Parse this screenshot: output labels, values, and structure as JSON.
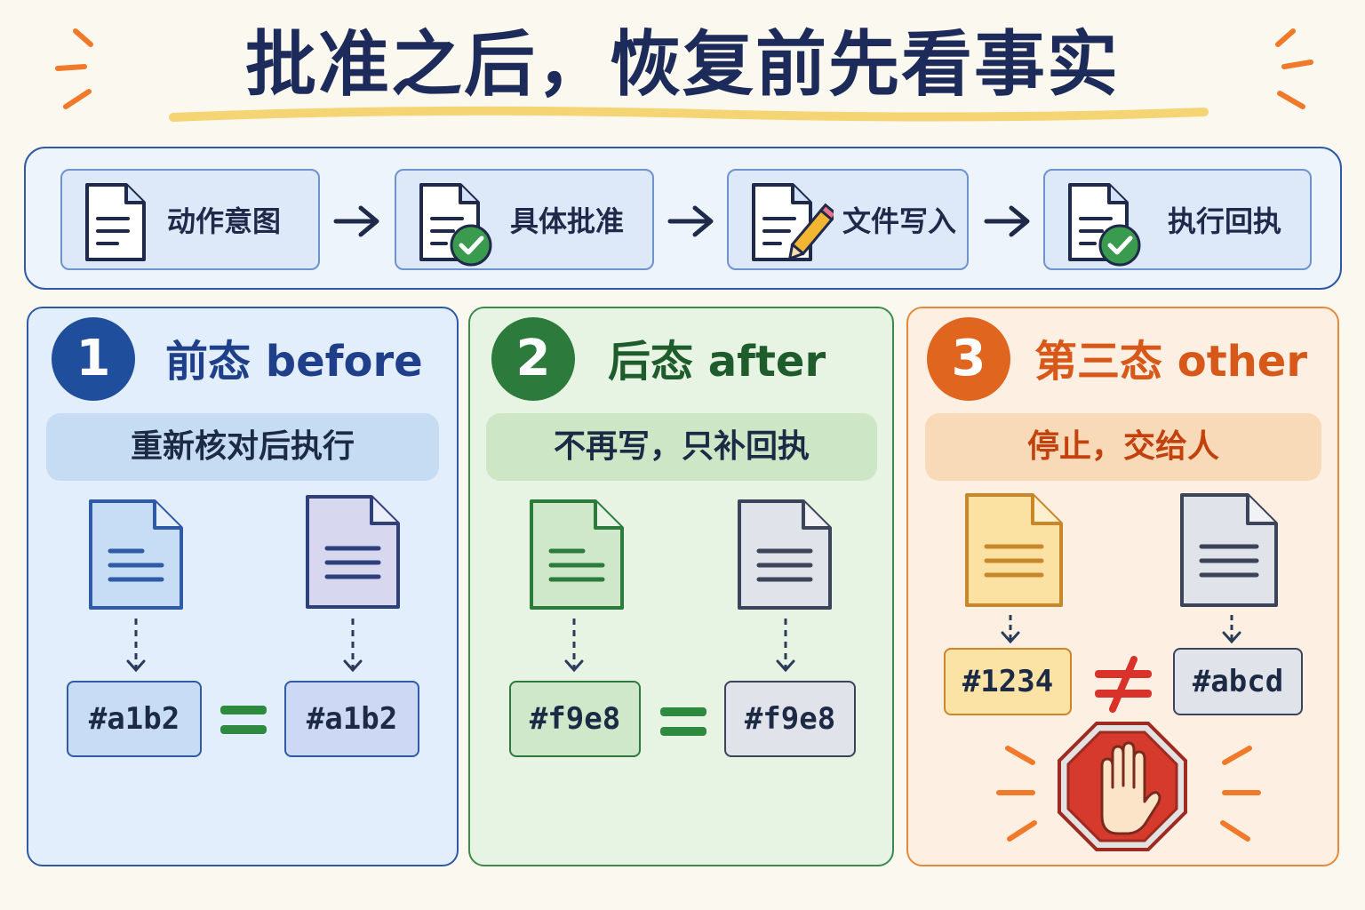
{
  "title": "批准之后，恢复前先看事实",
  "flow": {
    "steps": [
      {
        "label": "动作意图",
        "icon": "document-icon"
      },
      {
        "label": "具体批准",
        "icon": "document-check-icon"
      },
      {
        "label": "文件写入",
        "icon": "document-pencil-icon"
      },
      {
        "label": "执行回执",
        "icon": "document-check-icon"
      }
    ]
  },
  "panels": [
    {
      "number": "1",
      "heading": "前态 before",
      "banner": "重新核对后执行",
      "left_hash": "#a1b2",
      "right_hash": "#a1b2",
      "relation": "equals",
      "accent": "#1f4f9c"
    },
    {
      "number": "2",
      "heading": "后态 after",
      "banner": "不再写，只补回执",
      "left_hash": "#f9e8",
      "right_hash": "#f9e8",
      "relation": "equals",
      "accent": "#2d7a3d"
    },
    {
      "number": "3",
      "heading": "第三态 other",
      "banner": "停止，交给人",
      "left_hash": "#1234",
      "right_hash": "#abcd",
      "relation": "not-equals",
      "accent": "#e0651f",
      "stop_icon": "stop-hand-icon"
    }
  ]
}
